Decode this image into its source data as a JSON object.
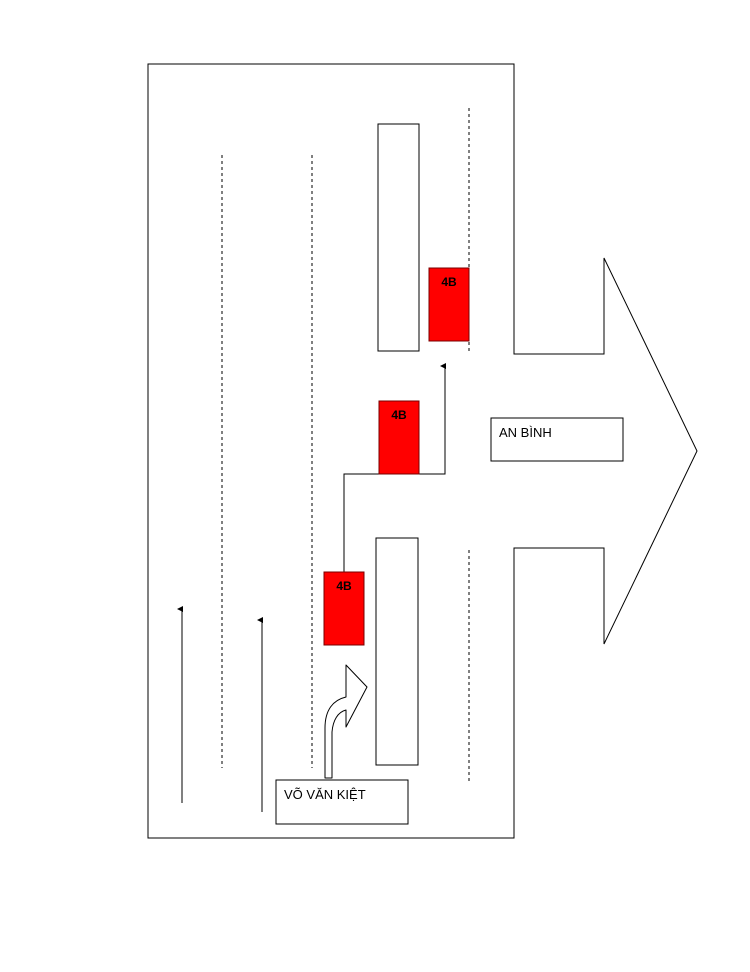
{
  "labels": {
    "road_main": "VÕ VĂN KIỆT",
    "road_side": "AN BÌNH"
  },
  "buses": [
    {
      "label": "4B"
    },
    {
      "label": "4B"
    },
    {
      "label": "4B"
    }
  ],
  "colors": {
    "bus_fill": "#ff0000",
    "line": "#000000",
    "background": "#ffffff"
  }
}
